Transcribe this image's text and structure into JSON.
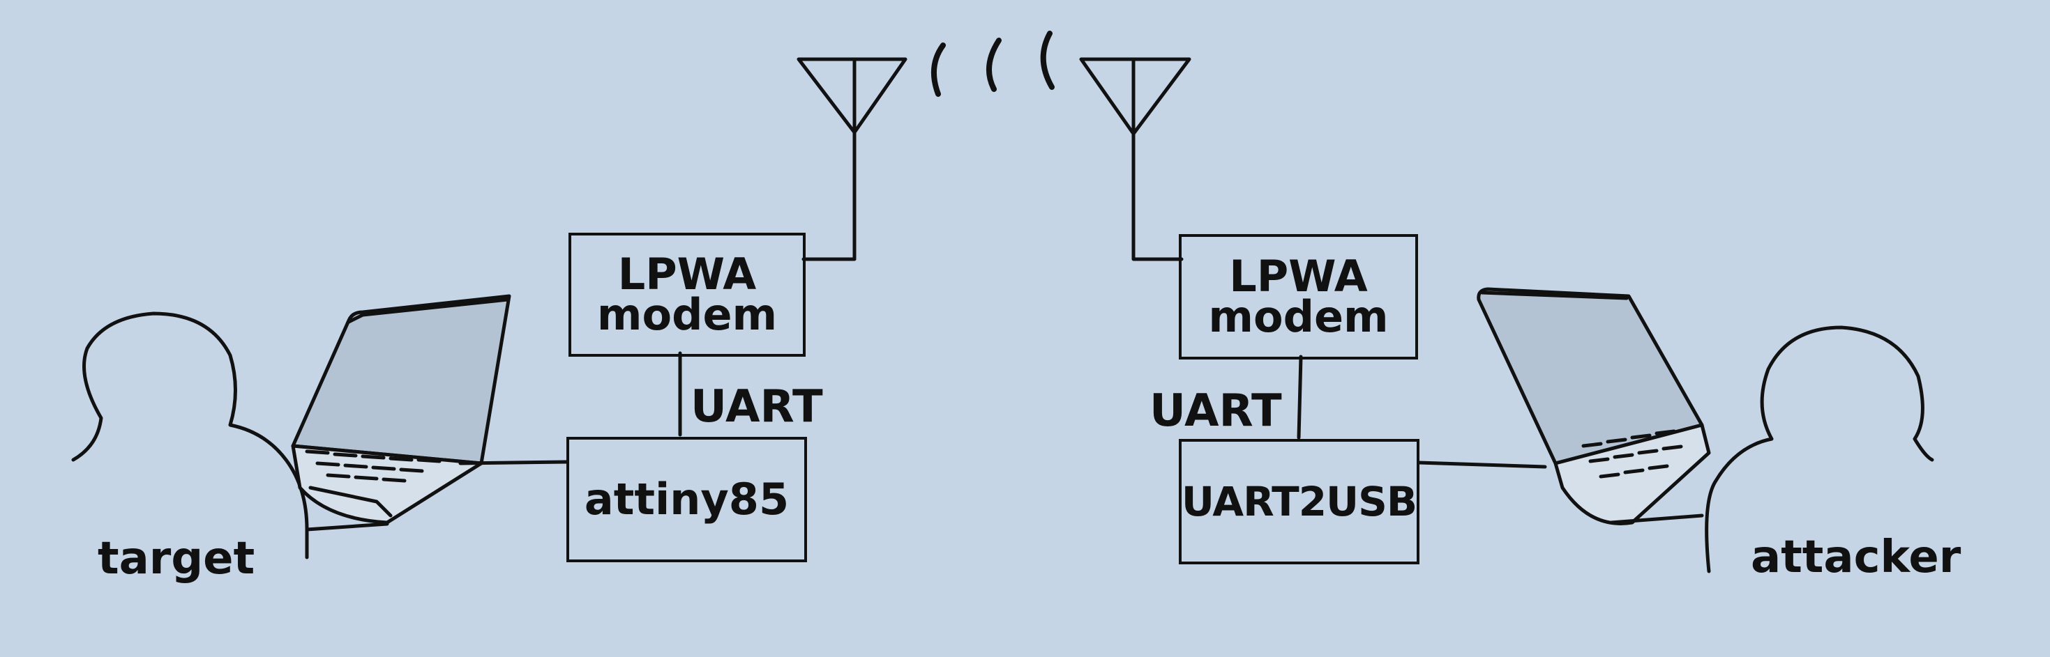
{
  "diagram": {
    "left_side": {
      "modem_label": "LPWA\nmodem",
      "mcu_label": "attiny85",
      "link_label": "UART",
      "person_label": "target"
    },
    "right_side": {
      "modem_label": "LPWA\nmodem",
      "adapter_label": "UART2USB",
      "link_label": "UART",
      "person_label": "attacker"
    },
    "colors": {
      "background": "#c5d5e6",
      "ink": "#111111",
      "laptop_screen": "#b3c3d4"
    },
    "icons": [
      "person-icon",
      "laptop-icon",
      "antenna-icon",
      "radio-wave-icon"
    ]
  }
}
